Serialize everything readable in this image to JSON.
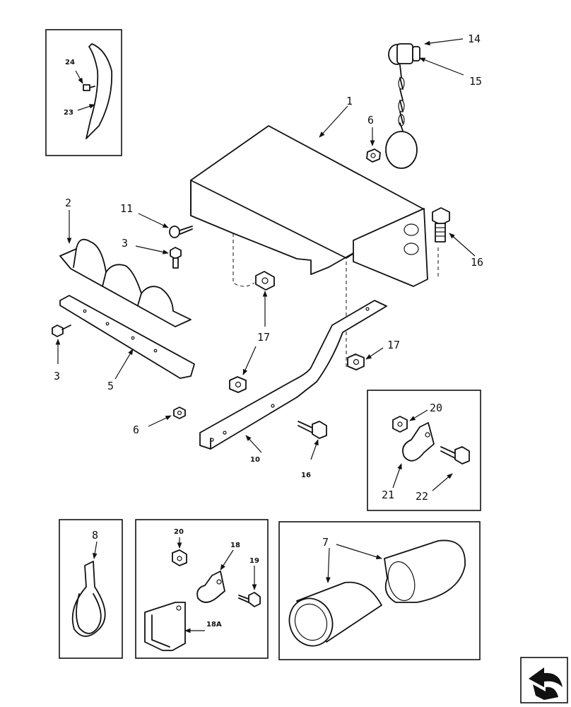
{
  "callouts": {
    "c1": "1",
    "c2": "2",
    "c3a": "3",
    "c3b": "3",
    "c5": "5",
    "c6a": "6",
    "c6b": "6",
    "c7": "7",
    "c8": "8",
    "c10": "10",
    "c11": "11",
    "c14": "14",
    "c15": "15",
    "c16a": "16",
    "c16b": "16",
    "c17a": "17",
    "c17b": "17",
    "c18": "18",
    "c18a": "18A",
    "c19": "19",
    "c20a": "20",
    "c20b": "20",
    "c21": "21",
    "c22": "22",
    "c23": "23",
    "c24": "24"
  },
  "icons": {
    "nav": "next-page-arrow-icon"
  }
}
